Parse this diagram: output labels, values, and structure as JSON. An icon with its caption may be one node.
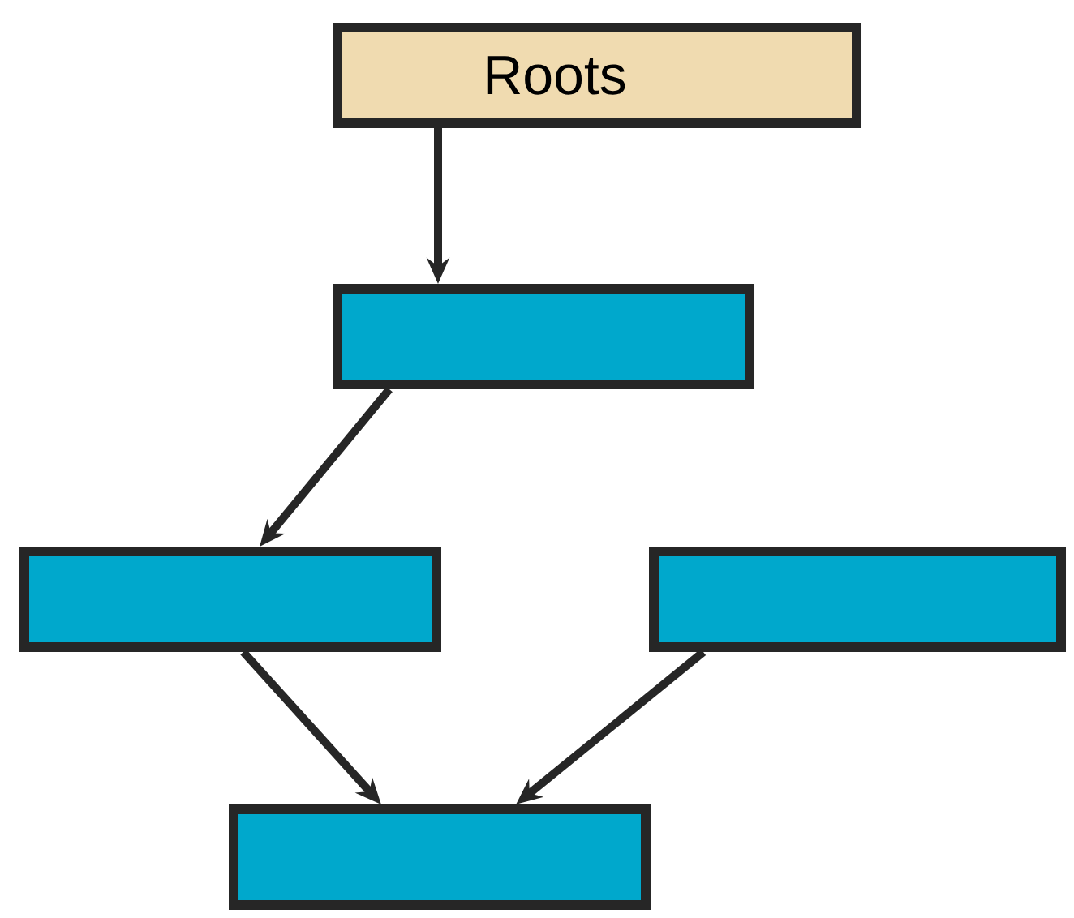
{
  "diagram": {
    "nodes": [
      {
        "text": [
          "Roots"
        ]
      },
      {
        "text": [],
        "shape": "box"
      },
      {
        "text": [],
        "shape": "box"
      },
      {
        "text": [],
        "shape": "box"
      },
      {
        "text": [],
        "shape": "box"
      }
    ],
    "edges": [
      {
        "from": 0,
        "to": 1,
        "arrow": "to"
      },
      {
        "from": 1,
        "to": 2,
        "arrow": "to"
      },
      {
        "from": 2,
        "to": 4,
        "arrow": "to"
      },
      {
        "from": 3,
        "to": 4,
        "arrow": "to"
      }
    ]
  }
}
